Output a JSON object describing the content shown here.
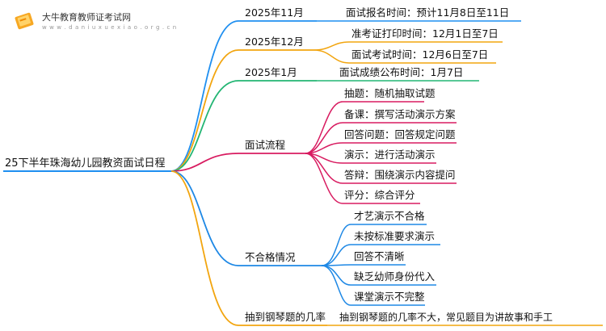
{
  "brand": {
    "name": "大牛教育教师证考试网",
    "url": "w w w . d a n i u x u e x i a o . o r g . c n"
  },
  "root": "25下半年珠海幼儿园教资面试日程",
  "branches": [
    {
      "label": "2025年11月",
      "color": "#1f8ff0",
      "children": [
        "面试报名时间：预计11月8日至11日"
      ]
    },
    {
      "label": "2025年12月",
      "color": "#f2a50f",
      "children": [
        "准考证打印时间：12月1日至7日",
        "面试考试时间：12月6日至7日"
      ]
    },
    {
      "label": "2025年1月",
      "color": "#22b573",
      "children": [
        "面试成绩公布时间：1月7日"
      ]
    },
    {
      "label": "面试流程",
      "color": "#d81b60",
      "children": [
        "抽题：随机抽取试题",
        "备课：撰写活动演示方案",
        "回答问题：回答规定问题",
        "演示：进行活动演示",
        "答辩：围绕演示内容提问",
        "评分：综合评分"
      ]
    },
    {
      "label": "不合格情况",
      "color": "#1e88e5",
      "children": [
        "才艺演示不合格",
        "未按标准要求演示",
        "回答不清晰",
        "缺乏幼师身份代入",
        "课堂演示不完整"
      ]
    },
    {
      "label": "抽到钢琴题的几率",
      "color": "#f2a50f",
      "children": [
        "抽到钢琴题的几率不大，常见题目为讲故事和手工"
      ]
    }
  ]
}
